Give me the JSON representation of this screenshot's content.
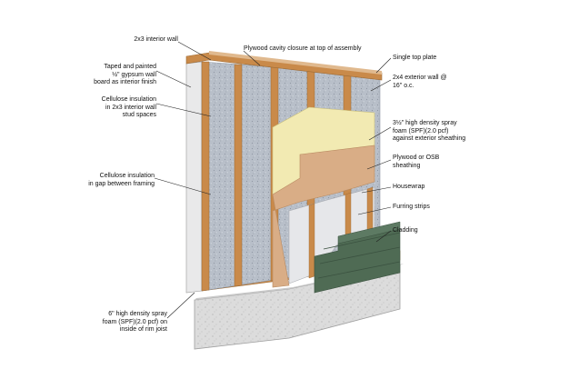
{
  "colors": {
    "stud": "#c98a4a",
    "stud_dark": "#9c6a35",
    "cellulose": "#b8bfc9",
    "cellulose_dark": "#8f97a3",
    "foam": "#f2eab2",
    "sheathing": "#d9ad86",
    "sheathing_edge": "#b88a60",
    "housewrap": "#e6e7ea",
    "furring": "#c98a4a",
    "cladding": "#4f6b54",
    "cladding_dark": "#3b5240",
    "foundation": "#dcdcdc",
    "foundation_dark": "#bdbdbd",
    "leader": "#222222"
  },
  "labels": {
    "interior_wall": "2x3 interior wall",
    "gypsum": "Taped and painted\n½\" gypsum wall\nboard as interior finish",
    "cellulose_2x3": "Cellulose insulation\nin 2x3 interior wall\nstud spaces",
    "cellulose_gap": "Cellulose insulation\nin gap between framing",
    "rim_foam": "6\" high density spray\nfoam (SPF)(2.0 pcf) on\ninside of rim joist",
    "plywood_closure": "Plywood cavity closure at top of assembly",
    "top_plate": "Single top plate",
    "exterior_wall": "2x4 exterior wall @\n16\" o.c.",
    "spf_sheathing": "3½\" high density spray\nfoam (SPF)(2.0 pcf)\nagainst exterior sheathing",
    "osb": "Plywood or OSB\nsheathing",
    "housewrap": "Housewrap",
    "furring": "Furring strips",
    "cladding": "Cladding"
  }
}
